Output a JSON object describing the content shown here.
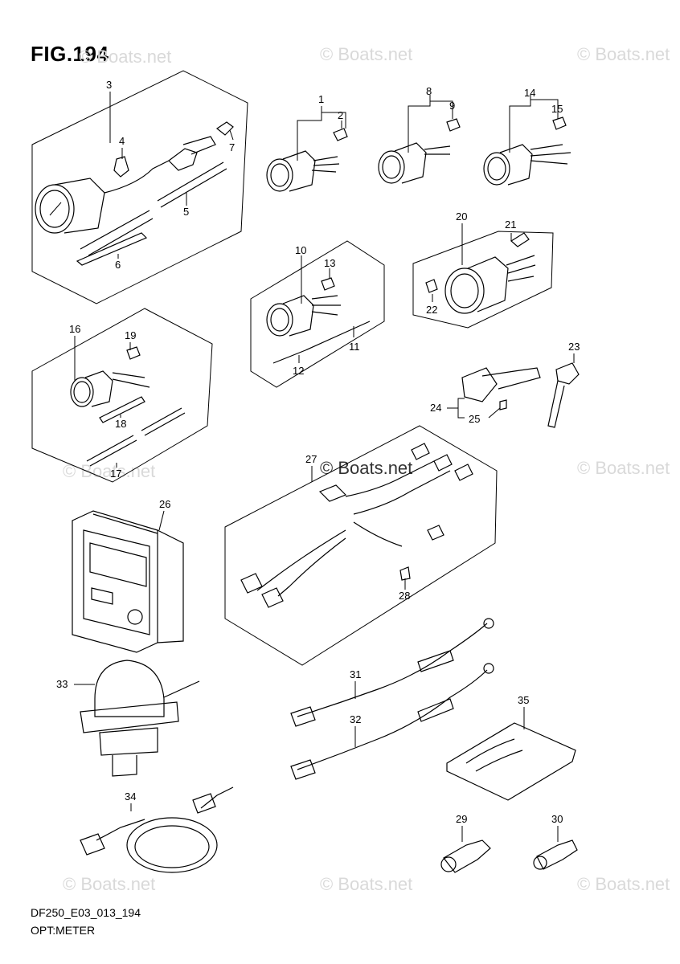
{
  "figure": {
    "title": "FIG.194"
  },
  "footer": {
    "code": "DF250_E03_013_194",
    "name": "OPT:METER"
  },
  "watermark": {
    "text": "© Boats.net"
  },
  "callouts": [
    "1",
    "2",
    "3",
    "4",
    "5",
    "6",
    "7",
    "8",
    "9",
    "10",
    "11",
    "12",
    "13",
    "14",
    "15",
    "16",
    "17",
    "18",
    "19",
    "20",
    "21",
    "22",
    "23",
    "24",
    "25",
    "26",
    "27",
    "28",
    "29",
    "30",
    "31",
    "32",
    "33",
    "34",
    "35"
  ],
  "parts": [
    {
      "id": "meter-1",
      "name": "gauge"
    },
    {
      "id": "bulb-2",
      "name": "bulb"
    },
    {
      "id": "meter-3",
      "name": "gauge kit"
    },
    {
      "id": "tube-5",
      "name": "tube"
    },
    {
      "id": "harness-27",
      "name": "wire harness"
    },
    {
      "id": "display-26",
      "name": "multifunction display"
    },
    {
      "id": "sensor-33",
      "name": "gps antenna"
    },
    {
      "id": "cable-34",
      "name": "cable"
    },
    {
      "id": "bag-35",
      "name": "parts bag"
    }
  ]
}
